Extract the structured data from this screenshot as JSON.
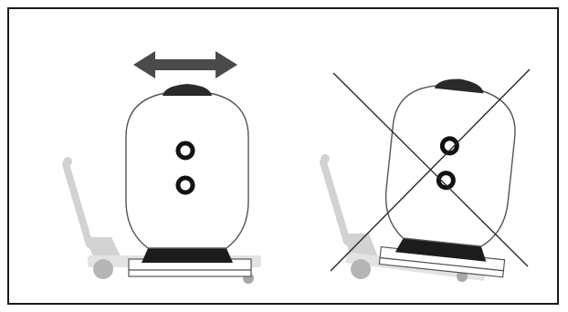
{
  "figure": {
    "panels": [
      {
        "id": "correct",
        "meaning": "correct-transport",
        "indicator_icon": "double-arrow-icon",
        "tilted": false
      },
      {
        "id": "incorrect",
        "meaning": "incorrect-transport",
        "indicator_icon": "cross-out-icon",
        "tilted": true
      }
    ],
    "colors": {
      "frame": "#1a1a1a",
      "tank_outline": "#555555",
      "tank_base": "#1c1c1c",
      "arrow": "#4a4a4a",
      "cross_lines": "#2a2a2a",
      "pallet_truck": "#d2d2d2",
      "pallet_truck_dark": "#a9a9a9",
      "port_ring": "#111111"
    }
  }
}
